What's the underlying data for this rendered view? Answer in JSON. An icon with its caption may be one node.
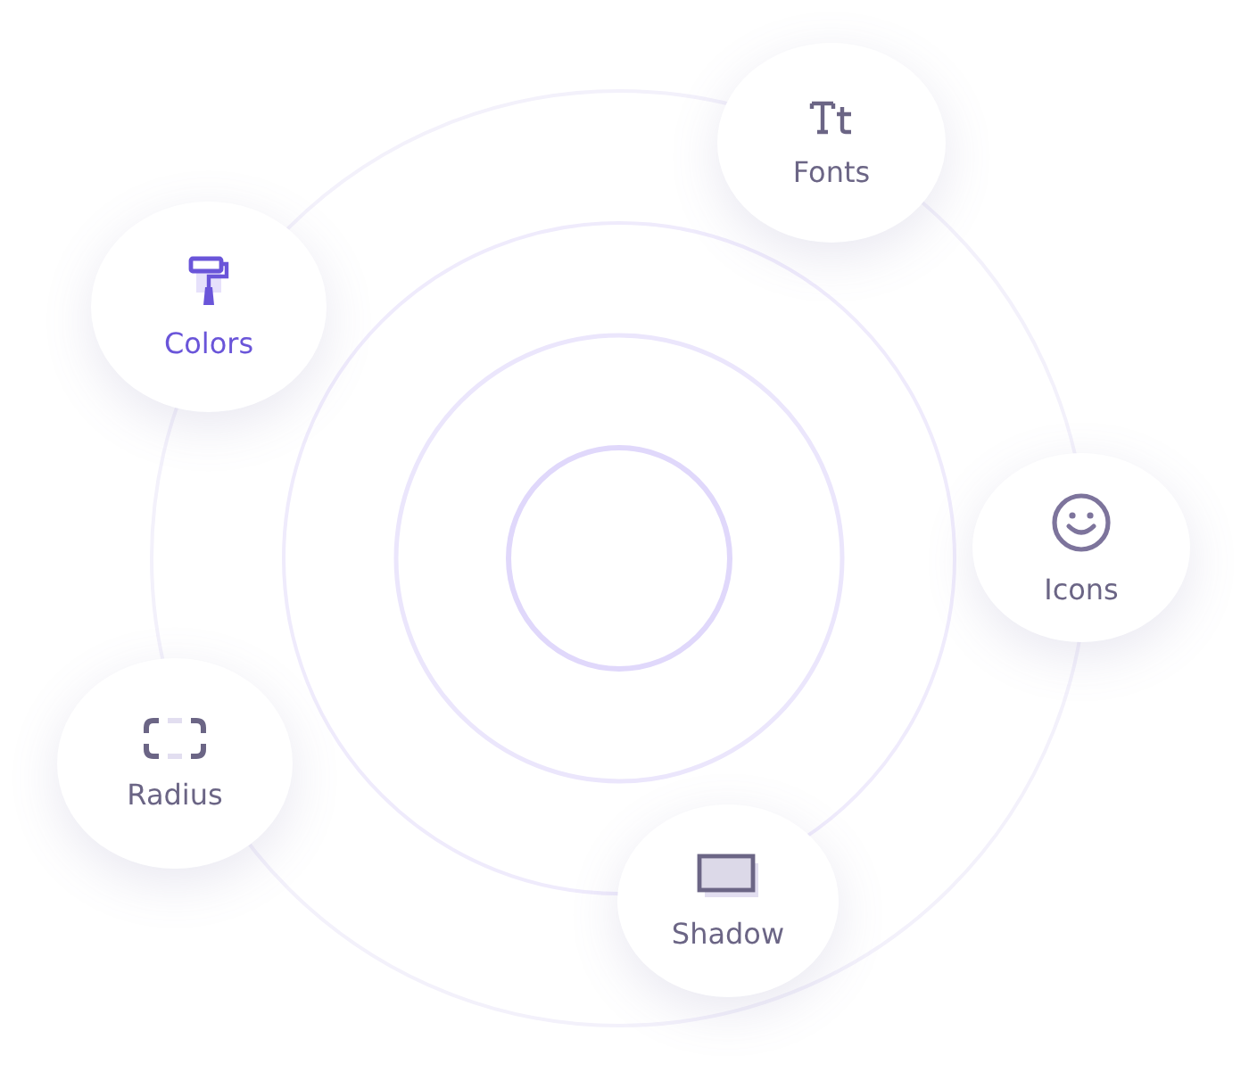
{
  "diagram": {
    "nodes": [
      {
        "text": [
          "Fonts"
        ]
      },
      {
        "text": [
          "Colors"
        ]
      },
      {
        "text": [
          "Icons"
        ]
      },
      {
        "text": [
          "Radius"
        ]
      },
      {
        "text": [
          "Shadow"
        ]
      }
    ]
  }
}
